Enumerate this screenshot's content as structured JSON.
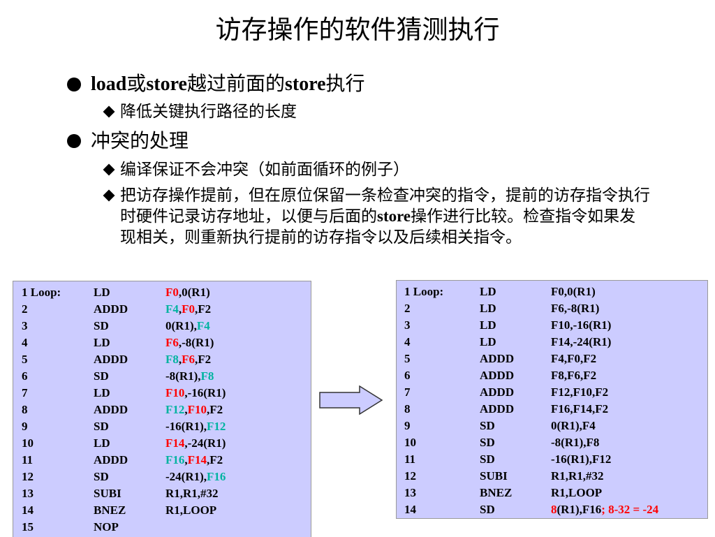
{
  "title": "访存操作的软件猜测执行",
  "bullets": {
    "b1": {
      "pre": "load",
      "mid": "或",
      "store1": "store",
      "post1": "越过前面的",
      "store2": "store",
      "post2": "执行"
    },
    "b1_sub": "降低关键执行路径的长度",
    "b2": "冲突的处理",
    "b2_sub1": "编译保证不会冲突（如前面循环的例子）",
    "b2_sub2_a": "把访存操作提前，但在原位保留一条检查冲突的指令，提前的访存指令执行时硬件记录访存地址，以便与后面的",
    "b2_sub2_b": "store",
    "b2_sub2_c": "操作进行比较。检查指令如果发现相关，则重新执行提前的访存指令以及后续相关指令。"
  },
  "left_code": [
    {
      "num": "1 Loop:",
      "op": "LD",
      "args": [
        {
          "t": "F0",
          "c": "red"
        },
        {
          "t": ",0(R1)",
          "c": ""
        }
      ]
    },
    {
      "num": "2",
      "op": "ADDD",
      "args": [
        {
          "t": "F4",
          "c": "teal"
        },
        {
          "t": ",",
          "c": ""
        },
        {
          "t": "F0",
          "c": "red"
        },
        {
          "t": ",F2",
          "c": ""
        }
      ]
    },
    {
      "num": "3",
      "op": "SD",
      "args": [
        {
          "t": "0(R1),",
          "c": ""
        },
        {
          "t": "F4",
          "c": "teal"
        }
      ]
    },
    {
      "num": "4",
      "op": "LD",
      "args": [
        {
          "t": "F6",
          "c": "red"
        },
        {
          "t": ",-8(R1)",
          "c": ""
        }
      ]
    },
    {
      "num": "5",
      "op": "ADDD",
      "args": [
        {
          "t": "F8",
          "c": "teal"
        },
        {
          "t": ",",
          "c": ""
        },
        {
          "t": "F6",
          "c": "red"
        },
        {
          "t": ",F2",
          "c": ""
        }
      ]
    },
    {
      "num": "6",
      "op": "SD",
      "args": [
        {
          "t": "-8(R1),",
          "c": ""
        },
        {
          "t": "F8",
          "c": "teal"
        }
      ]
    },
    {
      "num": "7",
      "op": "LD",
      "args": [
        {
          "t": "F10",
          "c": "red"
        },
        {
          "t": ",-16(R1)",
          "c": ""
        }
      ]
    },
    {
      "num": "8",
      "op": "ADDD",
      "args": [
        {
          "t": "F12",
          "c": "teal"
        },
        {
          "t": ",",
          "c": ""
        },
        {
          "t": "F10",
          "c": "red"
        },
        {
          "t": ",F2",
          "c": ""
        }
      ]
    },
    {
      "num": "9",
      "op": "SD",
      "args": [
        {
          "t": "-16(R1),",
          "c": ""
        },
        {
          "t": "F12",
          "c": "teal"
        }
      ]
    },
    {
      "num": "10",
      "op": "LD",
      "args": [
        {
          "t": "F14",
          "c": "red"
        },
        {
          "t": ",-24(R1)",
          "c": ""
        }
      ]
    },
    {
      "num": "11",
      "op": "ADDD",
      "args": [
        {
          "t": "F16",
          "c": "teal"
        },
        {
          "t": ",",
          "c": ""
        },
        {
          "t": "F14",
          "c": "red"
        },
        {
          "t": ",F2",
          "c": ""
        }
      ]
    },
    {
      "num": "12",
      "op": "SD",
      "args": [
        {
          "t": "-24(R1),",
          "c": ""
        },
        {
          "t": "F16",
          "c": "teal"
        }
      ]
    },
    {
      "num": "13",
      "op": "SUBI",
      "args": [
        {
          "t": "R1,R1,#32",
          "c": ""
        }
      ]
    },
    {
      "num": "14",
      "op": "BNEZ",
      "args": [
        {
          "t": "R1,LOOP",
          "c": ""
        }
      ]
    },
    {
      "num": "15",
      "op": "NOP",
      "args": []
    }
  ],
  "right_code": [
    {
      "num": "1 Loop:",
      "op": "LD",
      "args": [
        {
          "t": "F0,0(R1)",
          "c": ""
        }
      ]
    },
    {
      "num": "2",
      "op": "LD",
      "args": [
        {
          "t": "F6,-8(R1)",
          "c": ""
        }
      ]
    },
    {
      "num": "3",
      "op": "LD",
      "args": [
        {
          "t": "F10,-16(R1)",
          "c": ""
        }
      ]
    },
    {
      "num": "4",
      "op": "LD",
      "args": [
        {
          "t": "F14,-24(R1)",
          "c": ""
        }
      ]
    },
    {
      "num": "5",
      "op": "ADDD",
      "args": [
        {
          "t": "F4,F0,F2",
          "c": ""
        }
      ]
    },
    {
      "num": "6",
      "op": "ADDD",
      "args": [
        {
          "t": "F8,F6,F2",
          "c": ""
        }
      ]
    },
    {
      "num": "7",
      "op": "ADDD",
      "args": [
        {
          "t": "F12,F10,F2",
          "c": ""
        }
      ]
    },
    {
      "num": "8",
      "op": "ADDD",
      "args": [
        {
          "t": "F16,F14,F2",
          "c": ""
        }
      ]
    },
    {
      "num": "9",
      "op": "SD",
      "args": [
        {
          "t": "0(R1),F4",
          "c": ""
        }
      ]
    },
    {
      "num": "10",
      "op": "SD",
      "args": [
        {
          "t": "-8(R1),F8",
          "c": ""
        }
      ]
    },
    {
      "num": "11",
      "op": "SD",
      "args": [
        {
          "t": "-16(R1),F12",
          "c": ""
        }
      ]
    },
    {
      "num": "12",
      "op": "SUBI",
      "args": [
        {
          "t": "R1,R1,#32",
          "c": ""
        }
      ]
    },
    {
      "num": "13",
      "op": "BNEZ",
      "args": [
        {
          "t": "R1,LOOP",
          "c": ""
        }
      ]
    },
    {
      "num": "14",
      "op": "SD",
      "args": [
        {
          "t": "8",
          "c": "red"
        },
        {
          "t": "(R1),F16",
          "c": ""
        },
        {
          "t": "; 8-32 = -24",
          "c": "red"
        }
      ]
    }
  ],
  "colors": {
    "box_bg": "#ccccff",
    "red": "#ff0000",
    "teal": "#00b3a0",
    "arrow_fill": "#ccccff"
  },
  "icons": {
    "transform_arrow": "right-arrow-icon"
  }
}
